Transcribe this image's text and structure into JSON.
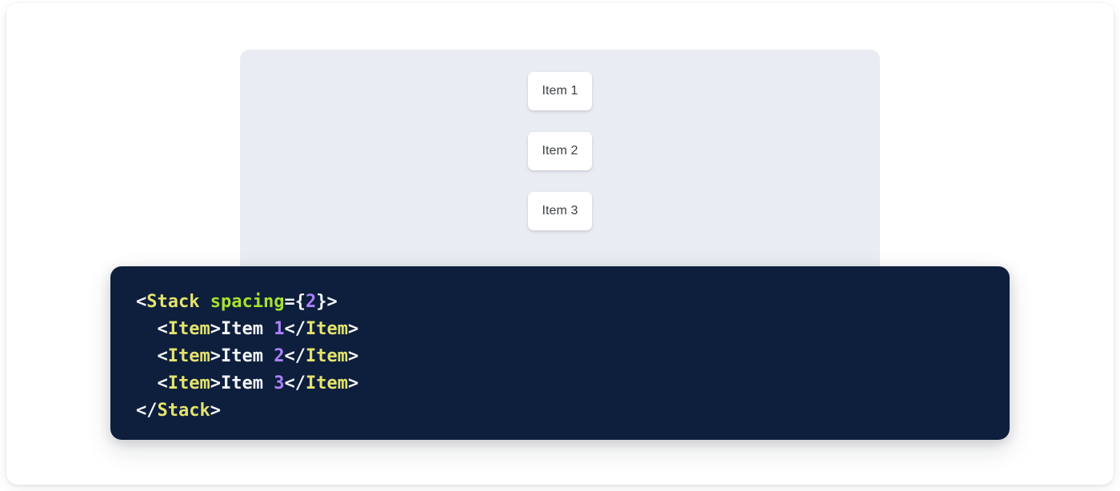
{
  "surface": {
    "background": "#ffffff"
  },
  "preview": {
    "name": "stack-preview-panel",
    "background": "#e9ecf2",
    "items": [
      {
        "label": "Item 1"
      },
      {
        "label": "Item 2"
      },
      {
        "label": "Item 3"
      }
    ]
  },
  "code": {
    "background": "#0e1f3d",
    "language": "jsx",
    "colors": {
      "tag": "#e4e36e",
      "attribute": "#a6e22e",
      "number": "#ae81ff",
      "punctuation": "#f4f6fa",
      "text": "#f4f6fa"
    },
    "plain_text": "<Stack spacing={2}>\n  <Item>Item 1</Item>\n  <Item>Item 2</Item>\n  <Item>Item 3</Item>\n</Stack>",
    "lines": [
      {
        "indent": "",
        "tokens": [
          {
            "t": "punct",
            "v": "<"
          },
          {
            "t": "tag",
            "v": "Stack"
          },
          {
            "t": "text",
            "v": " "
          },
          {
            "t": "attr",
            "v": "spacing"
          },
          {
            "t": "punct",
            "v": "={"
          },
          {
            "t": "num",
            "v": "2"
          },
          {
            "t": "punct",
            "v": "}>"
          }
        ]
      },
      {
        "indent": "  ",
        "tokens": [
          {
            "t": "punct",
            "v": "<"
          },
          {
            "t": "tag",
            "v": "Item"
          },
          {
            "t": "punct",
            "v": ">"
          },
          {
            "t": "text",
            "v": "Item "
          },
          {
            "t": "num",
            "v": "1"
          },
          {
            "t": "punct",
            "v": "</"
          },
          {
            "t": "tag",
            "v": "Item"
          },
          {
            "t": "punct",
            "v": ">"
          }
        ]
      },
      {
        "indent": "  ",
        "tokens": [
          {
            "t": "punct",
            "v": "<"
          },
          {
            "t": "tag",
            "v": "Item"
          },
          {
            "t": "punct",
            "v": ">"
          },
          {
            "t": "text",
            "v": "Item "
          },
          {
            "t": "num",
            "v": "2"
          },
          {
            "t": "punct",
            "v": "</"
          },
          {
            "t": "tag",
            "v": "Item"
          },
          {
            "t": "punct",
            "v": ">"
          }
        ]
      },
      {
        "indent": "  ",
        "tokens": [
          {
            "t": "punct",
            "v": "<"
          },
          {
            "t": "tag",
            "v": "Item"
          },
          {
            "t": "punct",
            "v": ">"
          },
          {
            "t": "text",
            "v": "Item "
          },
          {
            "t": "num",
            "v": "3"
          },
          {
            "t": "punct",
            "v": "</"
          },
          {
            "t": "tag",
            "v": "Item"
          },
          {
            "t": "punct",
            "v": ">"
          }
        ]
      },
      {
        "indent": "",
        "tokens": [
          {
            "t": "punct",
            "v": "</"
          },
          {
            "t": "tag",
            "v": "Stack"
          },
          {
            "t": "punct",
            "v": ">"
          }
        ]
      }
    ]
  }
}
